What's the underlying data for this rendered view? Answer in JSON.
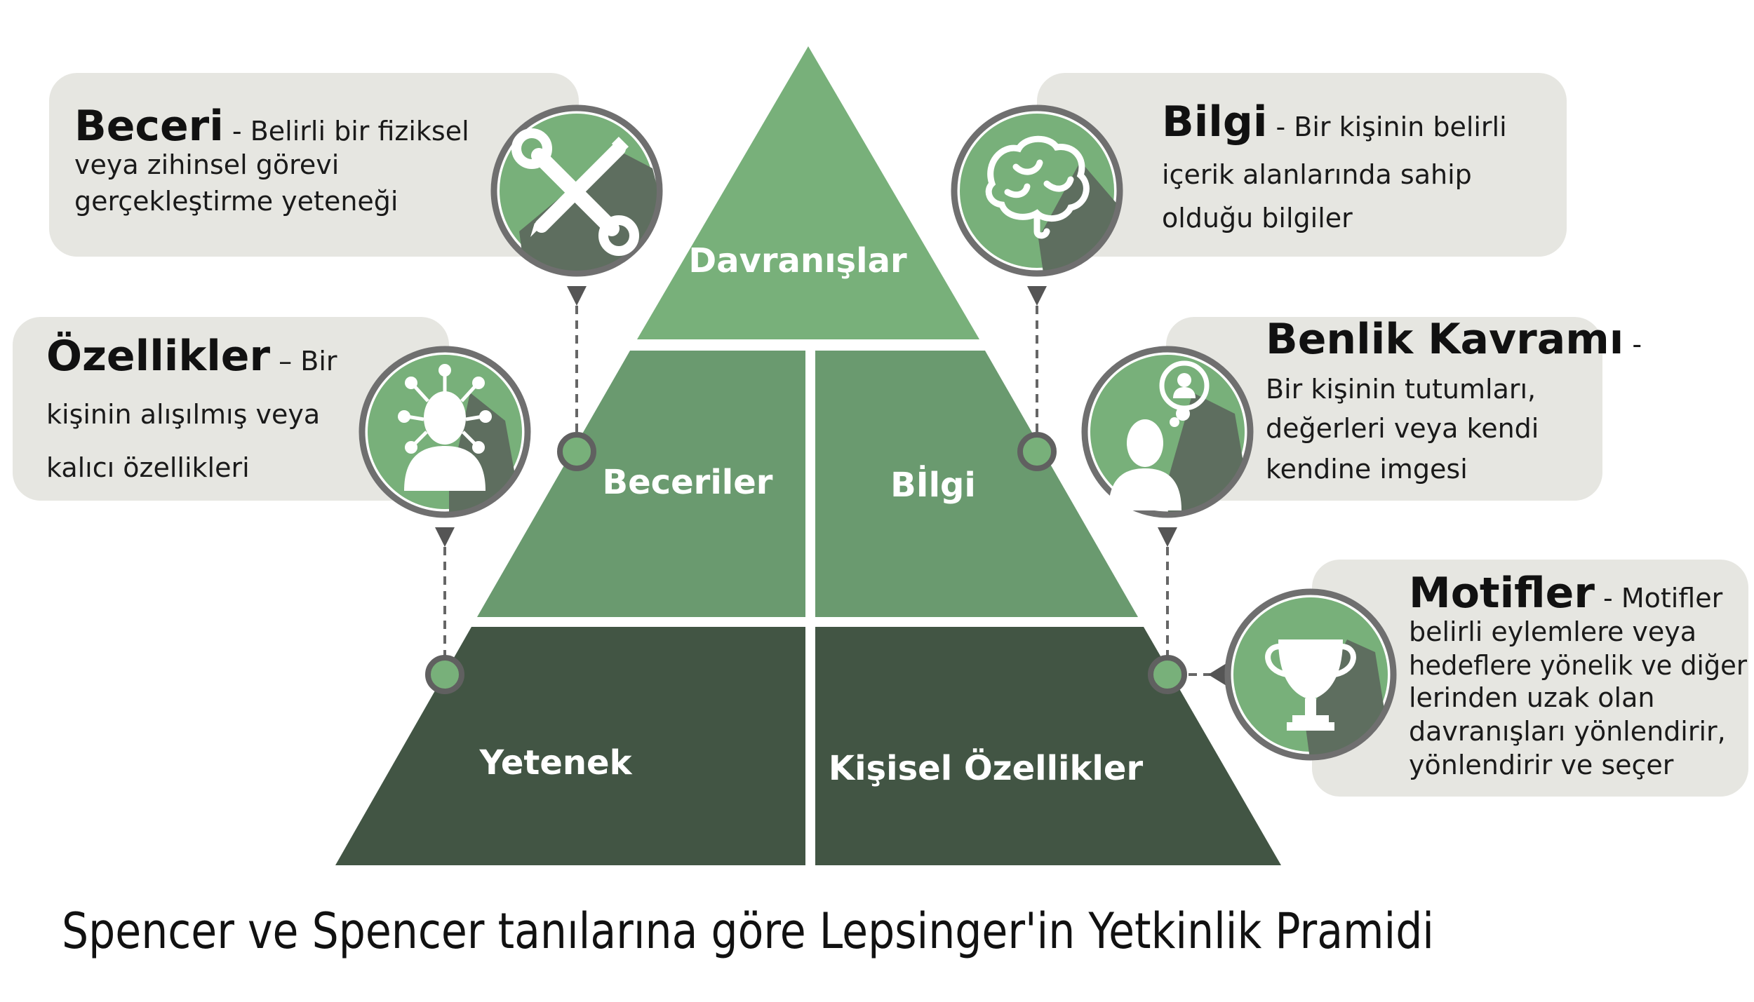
{
  "colors": {
    "tier_top": "#78b07a",
    "tier_middle": "#6a9a6f",
    "tier_bottom": "#425544",
    "callout_bg": "#e6e6e1",
    "icon_ring": "#6f6f6f",
    "icon_fill": "#78b07a",
    "icon_shadow": "#5e6e5f",
    "connector": "#666666"
  },
  "pyramid": {
    "top": "Davranışlar",
    "middle_left": "Beceriler",
    "middle_right": "Bİlgi",
    "bottom_left": "Yetenek",
    "bottom_right": "Kişisel Özellikler"
  },
  "callouts": {
    "beceri": {
      "title": "Beceri",
      "sep": " - ",
      "lines": [
        "Belirli bir fiziksel",
        "veya zihinsel görevi",
        "gerçekleştirme yeteneği"
      ],
      "icon": "tools-icon"
    },
    "ozellikler": {
      "title": "Özellikler",
      "sep": " – ",
      "lines": [
        "Bir",
        "kişinin alışılmış veya",
        "kalıcı özellikleri"
      ],
      "icon": "person-network-icon"
    },
    "bilgi": {
      "title": "Bilgi",
      "sep": " - ",
      "lines": [
        "Bir kişinin belirli",
        "içerik alanlarında sahip",
        "olduğu bilgiler"
      ],
      "icon": "brain-icon"
    },
    "benlik": {
      "title": "Benlik Kavramı",
      "sep": " -",
      "lines": [
        "Bir kişinin tutumları,",
        "değerleri veya kendi",
        "kendine imgesi"
      ],
      "icon": "person-thought-icon"
    },
    "motifler": {
      "title": "Motifler",
      "sep": " -  ",
      "lines": [
        "Motifler",
        "belirli eylemlere veya",
        "hedeflere yönelik ve diğer",
        "lerinden uzak olan",
        "davranışları yönlendirir,",
        "yönlendirir ve seçer"
      ],
      "icon": "trophy-icon"
    }
  },
  "caption": "Spencer ve Spencer tanılarına göre Lepsinger'in Yetkinlik Pramidi"
}
